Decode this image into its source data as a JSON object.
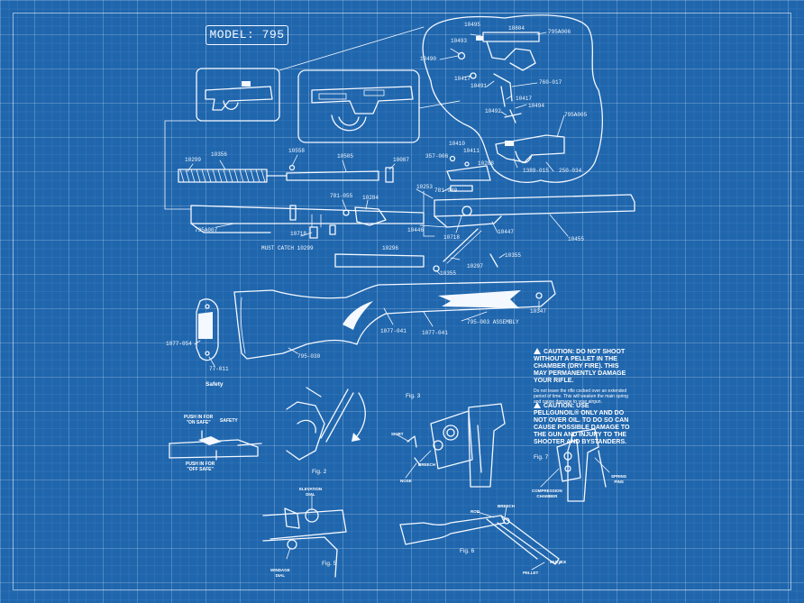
{
  "title": "MODEL: 795",
  "labels": {
    "l10495": "10495",
    "l10804": "10804",
    "l795a006": "795A006",
    "l10493": "10493",
    "l10490": "10490",
    "l10417a": "10417",
    "l10491": "10491",
    "l760017": "760-017",
    "l10417b": "10417",
    "l10494": "10494",
    "l10492": "10492",
    "l795a005": "795A005",
    "l1389015": "1389-015",
    "l250034": "250-034",
    "l10299": "10299",
    "l10356": "10356",
    "l10558": "10558",
    "l10505": "10505",
    "l10087": "10087",
    "l10410": "10410",
    "l357006": "357-006",
    "l10411": "10411",
    "l10288": "10288",
    "l10253": "10253",
    "l781040": "781-040",
    "l781055": "781-055",
    "l10284": "10284",
    "l795a007": "795A007",
    "l10718a": "10718",
    "l10446": "10446",
    "l10718b": "10718",
    "l10447": "10447",
    "l10455": "10455",
    "l10355a": "10355",
    "l10297": "10297",
    "l10355b": "10355",
    "mustcatch": "MUST CATCH 10299",
    "l10296": "10296",
    "l795003": "795-003 ASSEMBLY",
    "l1077041a": "1077-041",
    "l1077041b": "1077-041",
    "l10347": "10347",
    "l1077054": "1077-054",
    "l795030": "795-030",
    "l77011": "77-011"
  },
  "figures": {
    "safety": "Safety",
    "fig2": "Fig. 2",
    "fig3": "Fig. 3",
    "fig5": "Fig. 5",
    "fig6": "Fig. 6",
    "fig7": "Fig. 7"
  },
  "callouts": {
    "push_on": "PUSH IN FOR\n\"ON SAFE\"",
    "safety": "SAFETY",
    "push_off": "PUSH IN FOR\n\"OFF SAFE\"",
    "skirt": "SKIRT",
    "breech3": "BREECH",
    "nose": "NOSE",
    "elevation": "ELEVATION\nDIAL",
    "windage": "WINDAGE\nDIAL",
    "rod": "ROD",
    "breech6": "BREECH",
    "muzzle": "MUZZLE",
    "pellet": "PELLET",
    "compression": "COMPRESSION\nCHAMBER",
    "spring_pins": "SPRING\nPINS"
  },
  "caution1": {
    "head_bold": "CAUTION:",
    "head_rest": " DO NOT SHOOT WITHOUT A PELLET IN THE CHAMBER (DRY FIRE). THIS MAY PERMANENTLY DAMAGE YOUR RIFLE.",
    "body": "Do not leave the rifle cocked over an extended period of time. This will weaken the main spring and cause damage to your airgun."
  },
  "caution2": {
    "head_bold": "CAUTION:",
    "head_rest": " USE PELLGUNOIL® ONLY AND DO NOT OVER OIL. TO DO SO CAN CAUSE POSSIBLE DAMAGE TO THE GUN AND INJURY TO THE SHOOTER AND BYSTANDERS."
  }
}
